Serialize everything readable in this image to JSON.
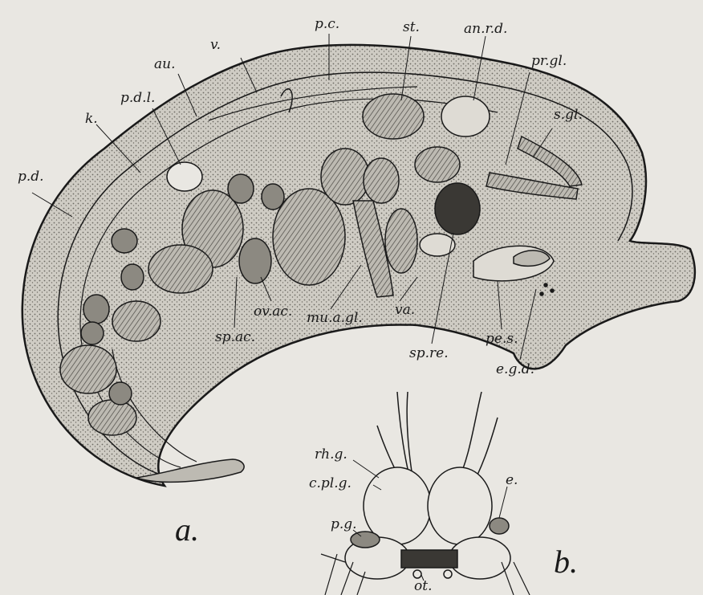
{
  "figure_a": {
    "panel_label": "a.",
    "labels": {
      "pc": "p.c.",
      "st": "st.",
      "anrd": "an.r.d.",
      "v": "v.",
      "au": "au.",
      "prgl": "pr.gl.",
      "pdl": "p.d.l.",
      "sgl": "s.gl.",
      "k": "k.",
      "pd": "p.d.",
      "ovac": "ov.ac.",
      "muagl": "mu.a.gl.",
      "va": "va.",
      "spac": "sp.ac.",
      "pes": "pe.s.",
      "spre": "sp.re.",
      "egd": "e.g.d."
    }
  },
  "figure_b": {
    "panel_label": "b.",
    "labels": {
      "rhg": "rh.g.",
      "cplg": "c.pl.g.",
      "e": "e.",
      "pg": "p.g.",
      "ot": "ot."
    }
  },
  "colors": {
    "paper": "#e9e7e2",
    "ink": "#1a1a1a",
    "tissue": "#b9b6ae",
    "dark_tissue": "#4a4843"
  }
}
